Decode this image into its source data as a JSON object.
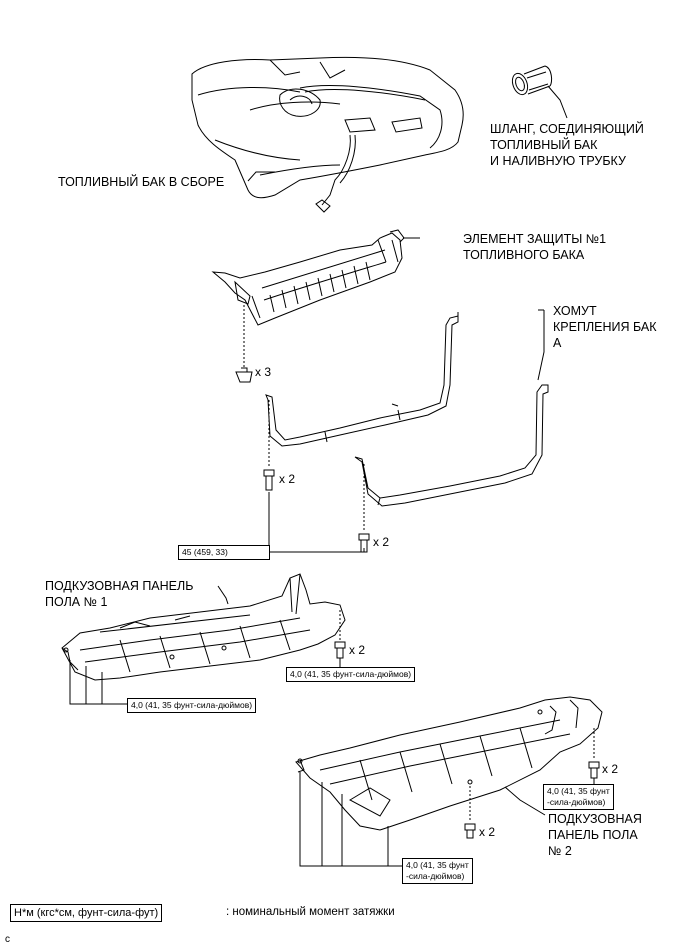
{
  "labels": {
    "fuel_tank": "ТОПЛИВНЫЙ БАК В СБОРЕ",
    "hose": [
      "ШЛАНГ, СОЕДИНЯЮЩИЙ",
      "ТОПЛИВНЫЙ БАК",
      "И НАЛИВНУЮ ТРУБКУ"
    ],
    "protector": [
      "ЭЛЕМЕНТ ЗАЩИТЫ №1",
      "ТОПЛИВНОГО БАКА"
    ],
    "band": [
      "ХОМУТ",
      "КРЕПЛЕНИЯ БАК",
      "А"
    ],
    "floor_panel_1": [
      "ПОДКУЗОВНАЯ ПАНЕЛЬ",
      "ПОЛА № 1"
    ],
    "floor_panel_2": [
      "ПОДКУЗОВНАЯ",
      "ПАНЕЛЬ ПОЛА",
      "№ 2"
    ]
  },
  "quantities": {
    "protector_clips": "x 3",
    "band_bolt_left": "x 2",
    "band_bolt_right": "x 2",
    "panel1_bolt": "x 2",
    "panel2_bolt_right": "x 2",
    "panel2_bolt_bottom": "x 2"
  },
  "torques": {
    "band": "45 (459, 33)",
    "panel1_right": "4,0 (41, 35 фунт-сила-дюймов)",
    "panel1_left": "4,0 (41, 35 фунт-сила-дюймов)",
    "panel2_right": [
      "4,0 (41, 35 фунт",
      "-сила-дюймов)"
    ],
    "panel2_bottom": [
      "4,0 (41, 35 фунт",
      "-сила-дюймов)"
    ]
  },
  "legend": {
    "unit": "Н*м (кгс*см, фунт-сила-фут)",
    "text": ": номинальный момент затяжки"
  },
  "corner_mark": "c"
}
